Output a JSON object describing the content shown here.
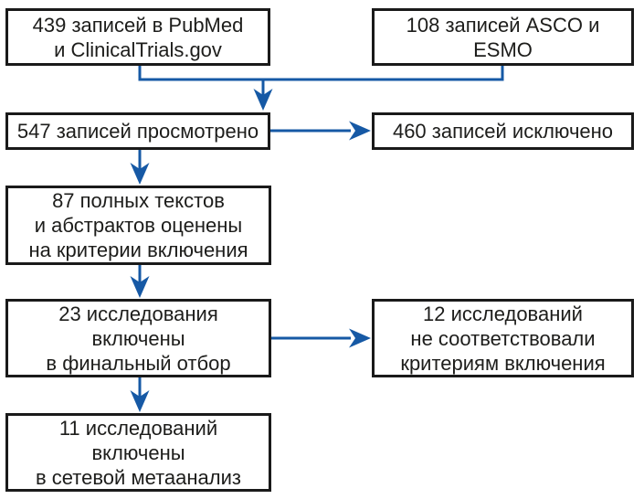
{
  "diagram": {
    "type": "flowchart",
    "language": "ru",
    "boxes": [
      {
        "id": "records-pubmed-ct",
        "text": "439 записей в PubMed\nи ClinicalTrials.gov"
      },
      {
        "id": "records-asco-esmo",
        "text": "108 записей ASCO и ESMO"
      },
      {
        "id": "records-screened",
        "text": "547 записей просмотрено"
      },
      {
        "id": "records-excluded",
        "text": "460 записей исключено"
      },
      {
        "id": "fulltexts-assessed",
        "text": "87 полных текстов\nи абстрактов оценены\nна критерии включения"
      },
      {
        "id": "studies-final-selection",
        "text": "23 исследования\nвключены\nв финальный отбор"
      },
      {
        "id": "studies-not-eligible",
        "text": "12 исследований\nне соответствовали\nкритериям включения"
      },
      {
        "id": "studies-network-meta",
        "text": "11 исследований\nвключены\nв сетевой метаанализ"
      }
    ]
  },
  "colors": {
    "arrow_blue": "#1659a5",
    "box_border": "#1a1a1a",
    "text_color": "#1d1d1b",
    "bg": "#ffffff"
  }
}
